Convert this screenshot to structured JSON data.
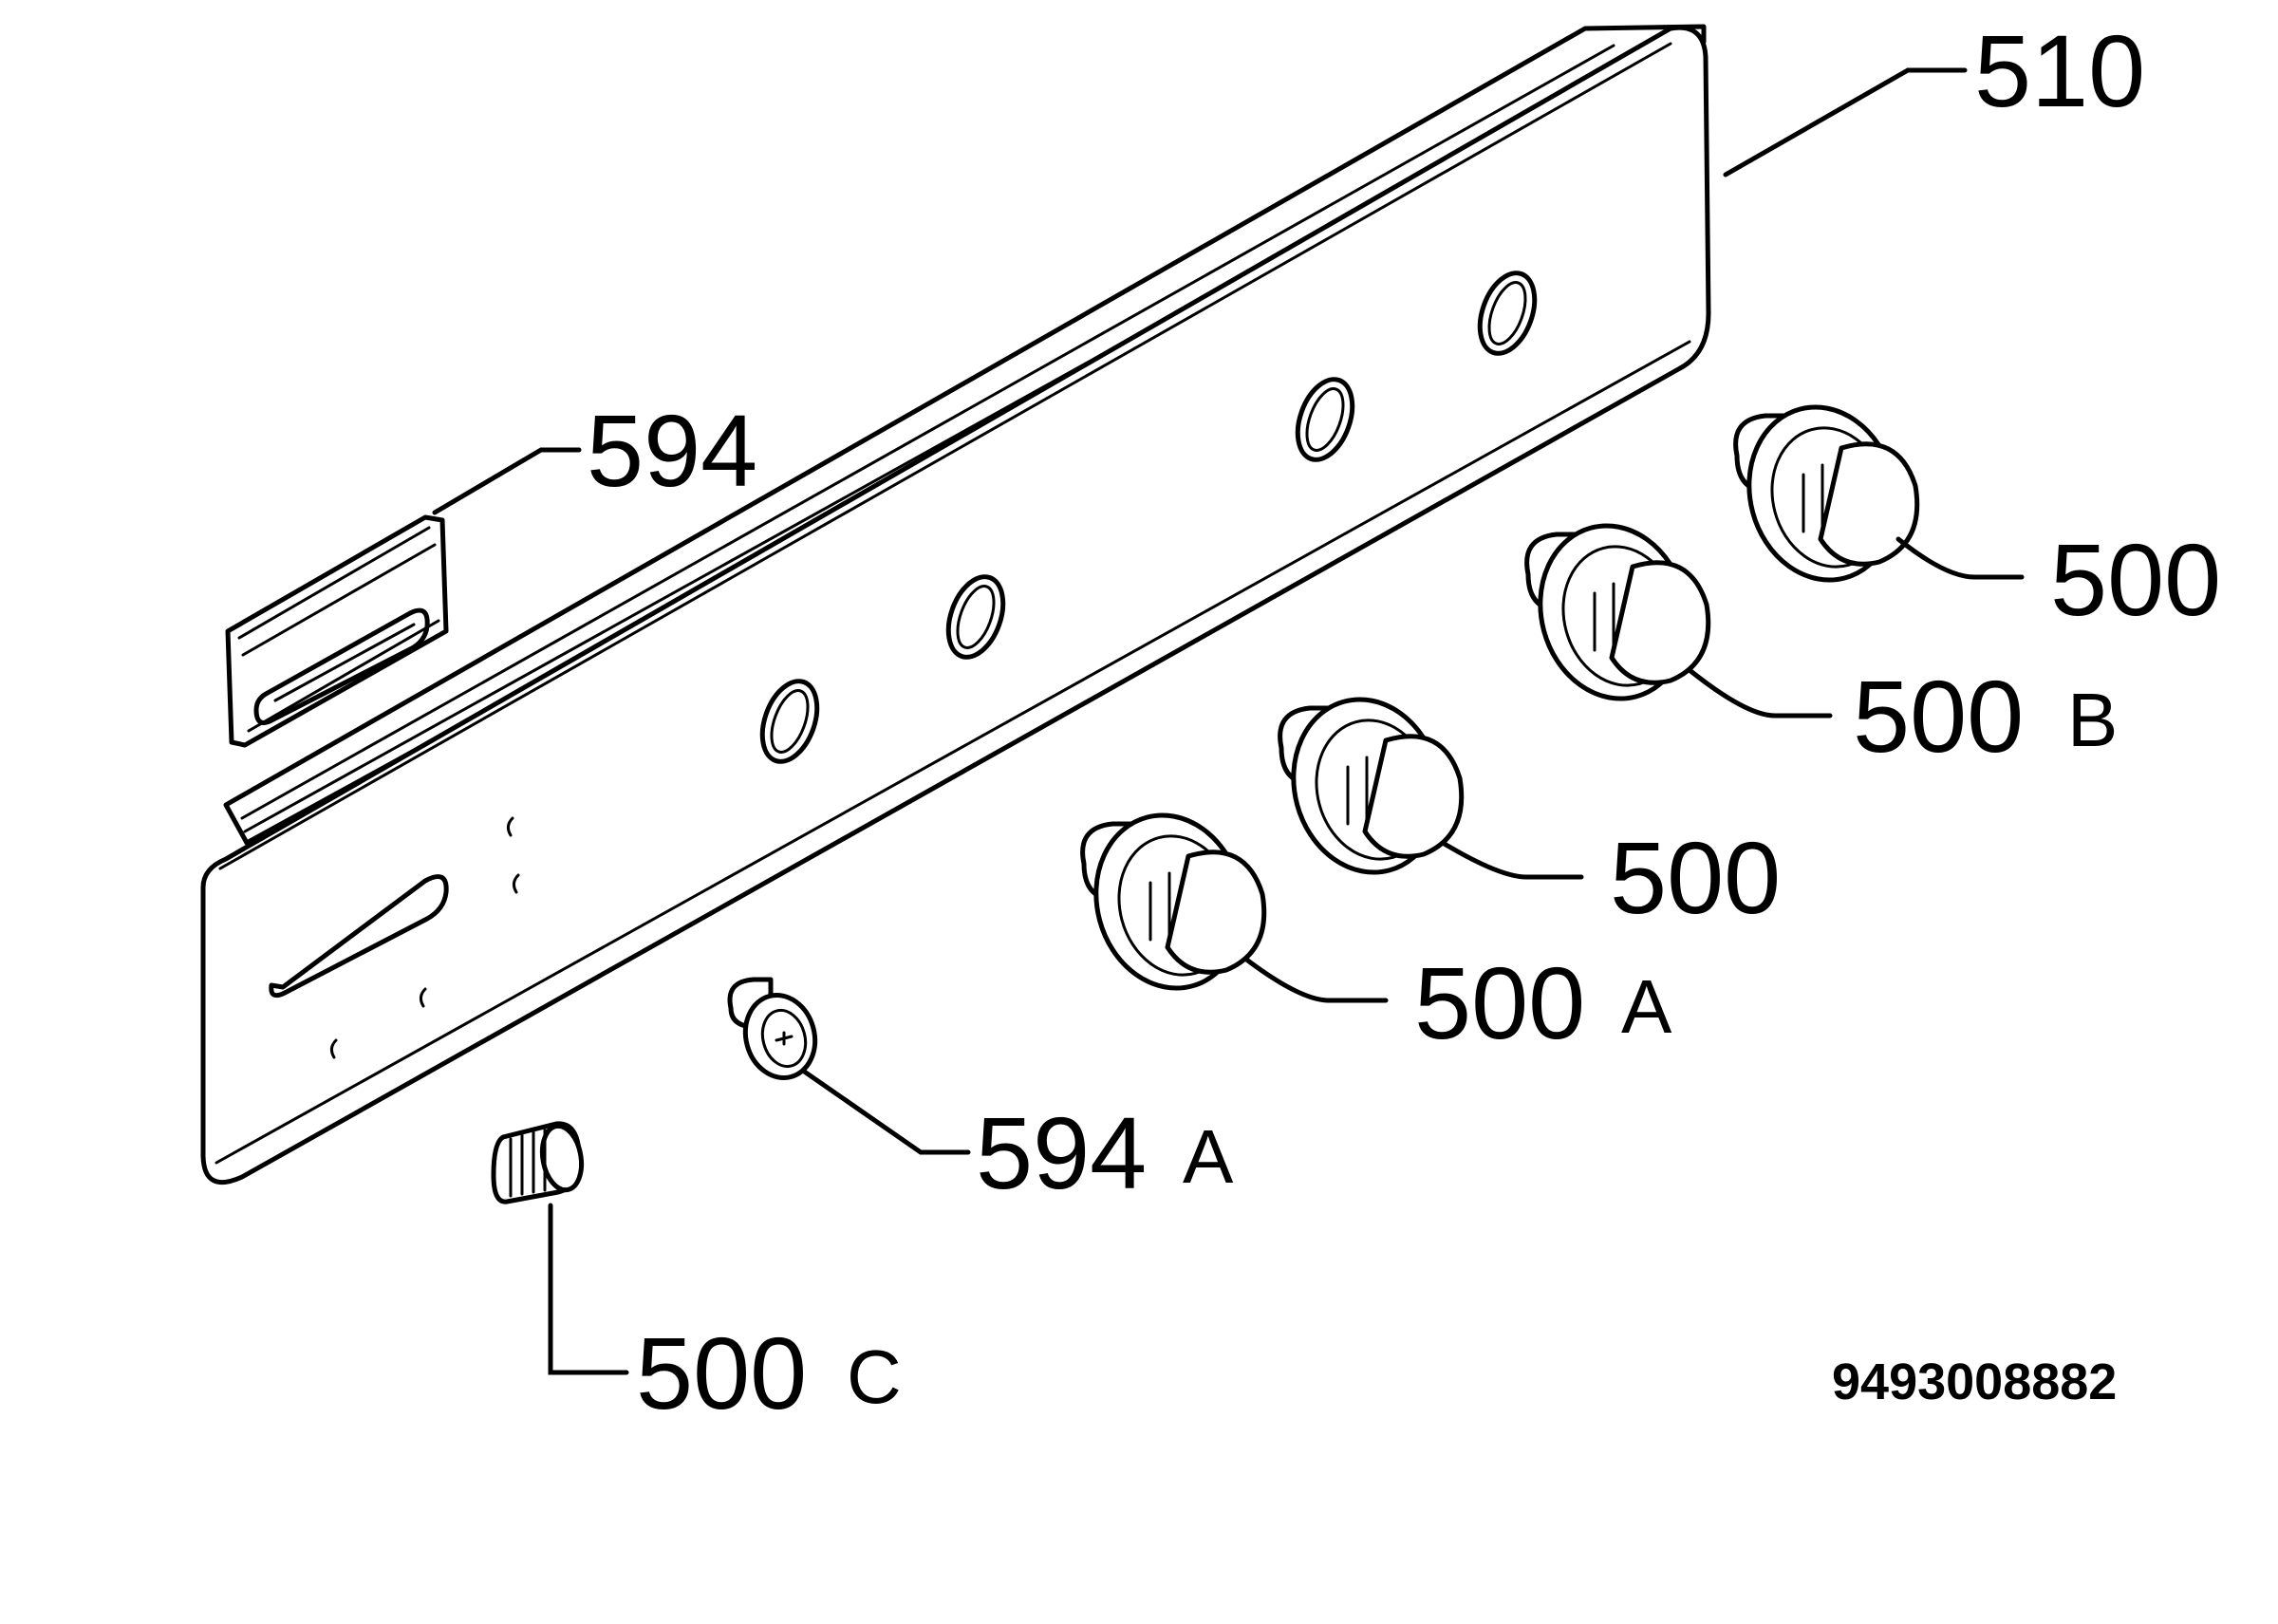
{
  "labels": {
    "panel": "510",
    "clip": "594",
    "knob_right": "500",
    "knob_b": "500",
    "knob_b_suffix": "B",
    "knob_mid": "500",
    "knob_a": "500",
    "knob_a_suffix": "A",
    "spacer": "594",
    "spacer_suffix": "A",
    "small_knob": "500",
    "small_knob_suffix": "C"
  },
  "document_number": "9493008882"
}
